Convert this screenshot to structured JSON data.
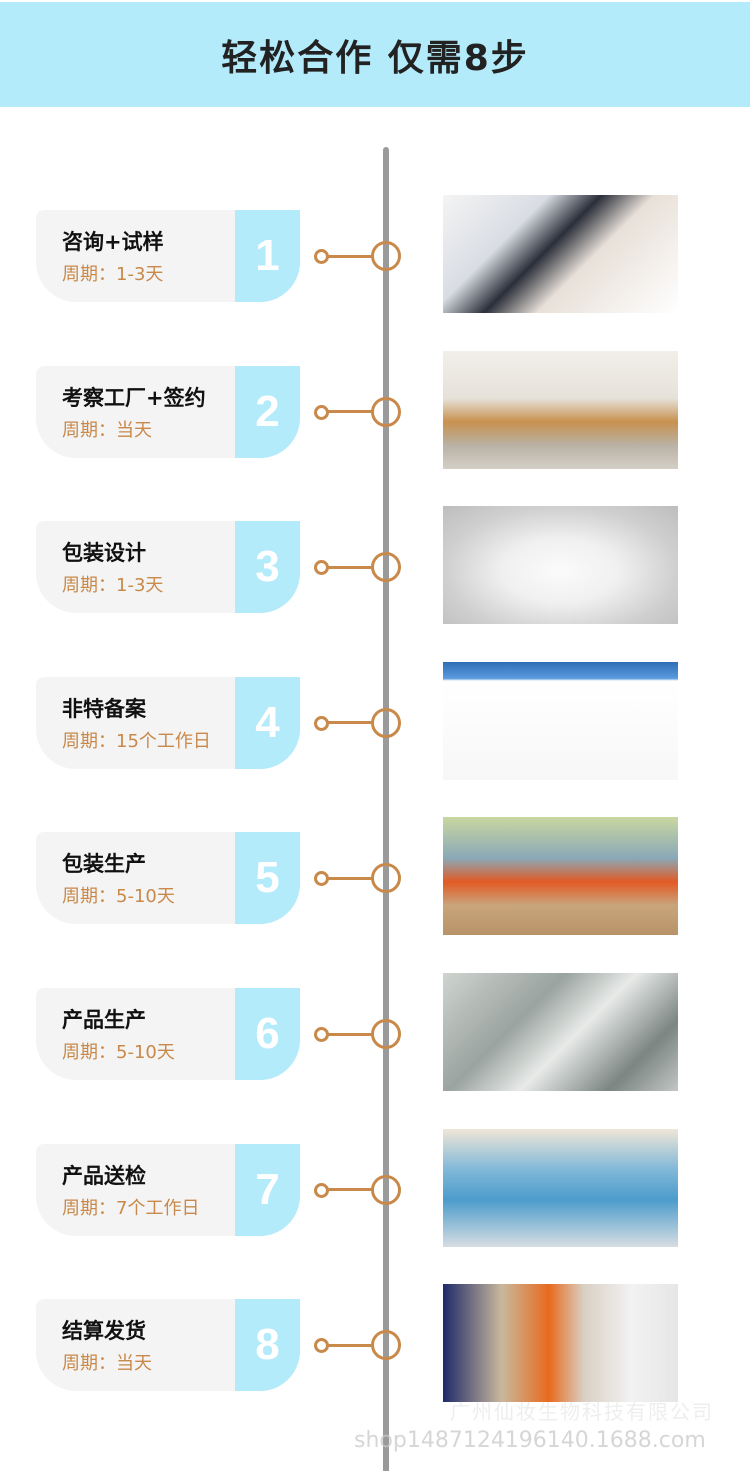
{
  "header": {
    "title": "轻松合作  仅需8步"
  },
  "colors": {
    "header_bg": "#b3ebfb",
    "accent": "#c8894a",
    "timeline": "#9a9a9a",
    "card_bg": "#f4f4f4"
  },
  "steps": [
    {
      "number": "1",
      "title": "咨询+试样",
      "period": "周期：1-3天",
      "photo": "business-meeting-photo"
    },
    {
      "number": "2",
      "title": "考察工厂+签约",
      "period": "周期：当天",
      "photo": "warehouse-photo"
    },
    {
      "number": "3",
      "title": "包装设计",
      "period": "周期：1-3天",
      "photo": "white-box-photo"
    },
    {
      "number": "4",
      "title": "非特备案",
      "period": "周期：15个工作日",
      "photo": "registration-website-photo"
    },
    {
      "number": "5",
      "title": "包装生产",
      "period": "周期：5-10天",
      "photo": "packaging-workers-photo"
    },
    {
      "number": "6",
      "title": "产品生产",
      "period": "周期：5-10天",
      "photo": "production-machine-photo"
    },
    {
      "number": "7",
      "title": "产品送检",
      "period": "周期：7个工作日",
      "photo": "lab-workers-photo"
    },
    {
      "number": "8",
      "title": "结算发货",
      "period": "周期：当天",
      "photo": "shipping-boxes-photo"
    }
  ],
  "watermark": {
    "company": "广州仙妆生物科技有限公司",
    "shop": "shop1487124196140.1688.com"
  }
}
